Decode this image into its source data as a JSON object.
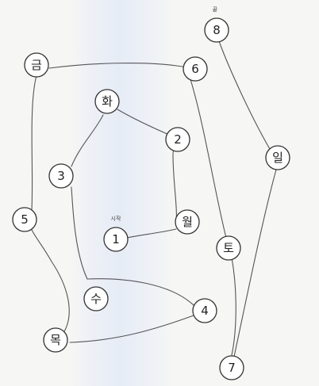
{
  "labels": {
    "start": "시작",
    "end": "끝"
  },
  "nodes": {
    "n1": "1",
    "wol": "월",
    "n2": "2",
    "hwa": "화",
    "n3": "3",
    "su": "수",
    "n4": "4",
    "mok": "목",
    "n5": "5",
    "geum": "금",
    "n6": "6",
    "to": "토",
    "n7": "7",
    "il": "일",
    "n8": "8"
  }
}
